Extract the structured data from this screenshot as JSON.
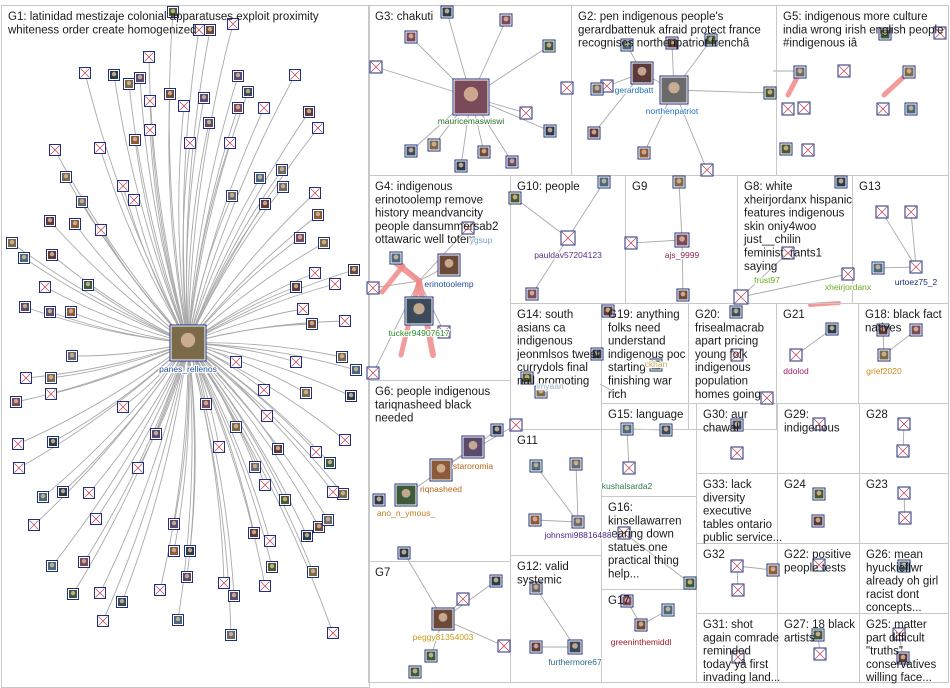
{
  "groups": [
    {
      "id": "G1",
      "label": [
        "G1: latinidad mestizaje colonial apparatuses exploit proximity",
        "whiteness order create homogenized"
      ]
    },
    {
      "id": "G3",
      "label": [
        "G3: chakuti"
      ]
    },
    {
      "id": "G2",
      "label": [
        "G2: pen indigenous people's",
        "gerardbattenuk afraid protect france",
        "recognises northenpatriot frenchâ"
      ]
    },
    {
      "id": "G5",
      "label": [
        "G5: indigenous more culture",
        "india wrong irish english people",
        "#indigenous iâ"
      ]
    },
    {
      "id": "G4",
      "label": [
        "G4: indigenous",
        "erinotoolemp remove",
        "history meandvancity",
        "people dansummersab2",
        "ottawaric well totem"
      ]
    },
    {
      "id": "G10",
      "label": [
        "G10: people"
      ]
    },
    {
      "id": "G9",
      "label": [
        "G9"
      ]
    },
    {
      "id": "G8",
      "label": [
        "G8: white",
        "xheirjordanx hispanic",
        "features indigenous",
        "skin oniy4woo",
        "just__chilin",
        "feminist_rants1",
        "saying"
      ]
    },
    {
      "id": "G13",
      "label": [
        "G13"
      ]
    },
    {
      "id": "G14",
      "label": [
        "G14: south",
        "asians ca",
        "indigenous",
        "jeonmlsos tweet",
        "currydols final",
        "nail promoting"
      ]
    },
    {
      "id": "G19",
      "label": [
        "G19: anything",
        "folks need",
        "understand",
        "indigenous poc",
        "starting",
        "finishing war",
        "rich"
      ]
    },
    {
      "id": "G20",
      "label": [
        "G20:",
        "frisealmacrab",
        "apart pricing",
        "young folk",
        "indigenous",
        "population",
        "homes going"
      ]
    },
    {
      "id": "G21",
      "label": [
        "G21"
      ]
    },
    {
      "id": "G18",
      "label": [
        "G18: black fact",
        "natives"
      ]
    },
    {
      "id": "G6",
      "label": [
        "G6: people indigenous",
        "tariqnasheed black",
        "needed"
      ]
    },
    {
      "id": "G11",
      "label": [
        "G11"
      ]
    },
    {
      "id": "G15",
      "label": [
        "G15: language"
      ]
    },
    {
      "id": "G30",
      "label": [
        "G30: aur",
        "chawal"
      ]
    },
    {
      "id": "G29",
      "label": [
        "G29:",
        "indigenous"
      ]
    },
    {
      "id": "G28",
      "label": [
        "G28"
      ]
    },
    {
      "id": "G16",
      "label": [
        "G16:",
        "kinsellawarren",
        "tearing down",
        "statues one",
        "practical thing",
        "help..."
      ]
    },
    {
      "id": "G33",
      "label": [
        "G33: lack",
        "diversity",
        "executive",
        "tables ontario",
        "public service..."
      ]
    },
    {
      "id": "G24",
      "label": [
        "G24"
      ]
    },
    {
      "id": "G23",
      "label": [
        "G23"
      ]
    },
    {
      "id": "G7",
      "label": [
        "G7"
      ]
    },
    {
      "id": "G12",
      "label": [
        "G12: valid",
        "systemic"
      ]
    },
    {
      "id": "G32",
      "label": [
        "G32"
      ]
    },
    {
      "id": "G22",
      "label": [
        "G22: positive",
        "people tests"
      ]
    },
    {
      "id": "G26",
      "label": [
        "G26: mean",
        "hyuckieflwr",
        "already oh girl",
        "racist dont",
        "concepts..."
      ]
    },
    {
      "id": "G17",
      "label": [
        "G17"
      ]
    },
    {
      "id": "G31",
      "label": [
        "G31: shot",
        "again comrade",
        "reminded",
        "today yâ first",
        "invading land..."
      ]
    },
    {
      "id": "G27",
      "label": [
        "G27: 18 black",
        "artists"
      ]
    },
    {
      "id": "G25",
      "label": [
        "G25: matter",
        "part difficult",
        "\"truths\"",
        "conservatives",
        "willing face..."
      ]
    }
  ],
  "vertex_labels": [
    {
      "id": "panes_rellenos",
      "text": "panes_rellenos",
      "color": "#1f4e9c"
    },
    {
      "id": "mauricemaswiswi",
      "text": "mauricemaswiswi",
      "color": "#2a6e2a"
    },
    {
      "id": "gerardbatt",
      "text": "gerardbatt",
      "color": "#1f6fb2"
    },
    {
      "id": "northenpatriot",
      "text": "northenpatriot",
      "color": "#1f6fb2"
    },
    {
      "id": "erinotoolemp",
      "text": "erinotoolemp",
      "color": "#1f4e9c"
    },
    {
      "id": "tucker",
      "text": "tucker94907617",
      "color": "#2a8a2a"
    },
    {
      "id": "ygsup",
      "text": "ygsup",
      "color": "#7aa0c8"
    },
    {
      "id": "pauldav",
      "text": "pauldav57204123",
      "color": "#5b2c83"
    },
    {
      "id": "ajs",
      "text": "ajs_9999",
      "color": "#8a1f5a"
    },
    {
      "id": "frust97",
      "text": "frust97",
      "color": "#6aa81e"
    },
    {
      "id": "xheirjordanx",
      "text": "xheirjordanx",
      "color": "#6aa81e"
    },
    {
      "id": "urtoez",
      "text": "urtoez75_2",
      "color": "#1f2f7a"
    },
    {
      "id": "ddolod",
      "text": "ddolod",
      "color": "#a01a6e"
    },
    {
      "id": "grief2020",
      "text": "grief2020",
      "color": "#d08a1a"
    },
    {
      "id": "staroromia",
      "text": "staroromia",
      "color": "#b8661a"
    },
    {
      "id": "riqnasheed",
      "text": "riqnasheed",
      "color": "#b8661a"
    },
    {
      "id": "ano",
      "text": "ano_n_ymous_",
      "color": "#c07a1a"
    },
    {
      "id": "kushalsarda",
      "text": "kushalsarda2",
      "color": "#2a7a4a"
    },
    {
      "id": "johnsmi",
      "text": "johnsmi98816488",
      "color": "#4a2a8a"
    },
    {
      "id": "peggy",
      "text": "peggy81354003",
      "color": "#c89a1a"
    },
    {
      "id": "furthermore",
      "text": "furthermore67",
      "color": "#2a6a8a"
    },
    {
      "id": "greeninthemiddl",
      "text": "greeninthemiddl",
      "color": "#a01a2a"
    },
    {
      "id": "ckhan",
      "text": "ckhan",
      "color": "#d0a85a"
    },
    {
      "id": "lmyaan",
      "text": "lmyaan",
      "color": "#9ab0c8"
    }
  ],
  "colors": {
    "group_border": "#c8c8c8",
    "edge": "#a9a9a9",
    "edge_highlight": "#f08a8a",
    "node_frame": "#1f2f7a"
  }
}
